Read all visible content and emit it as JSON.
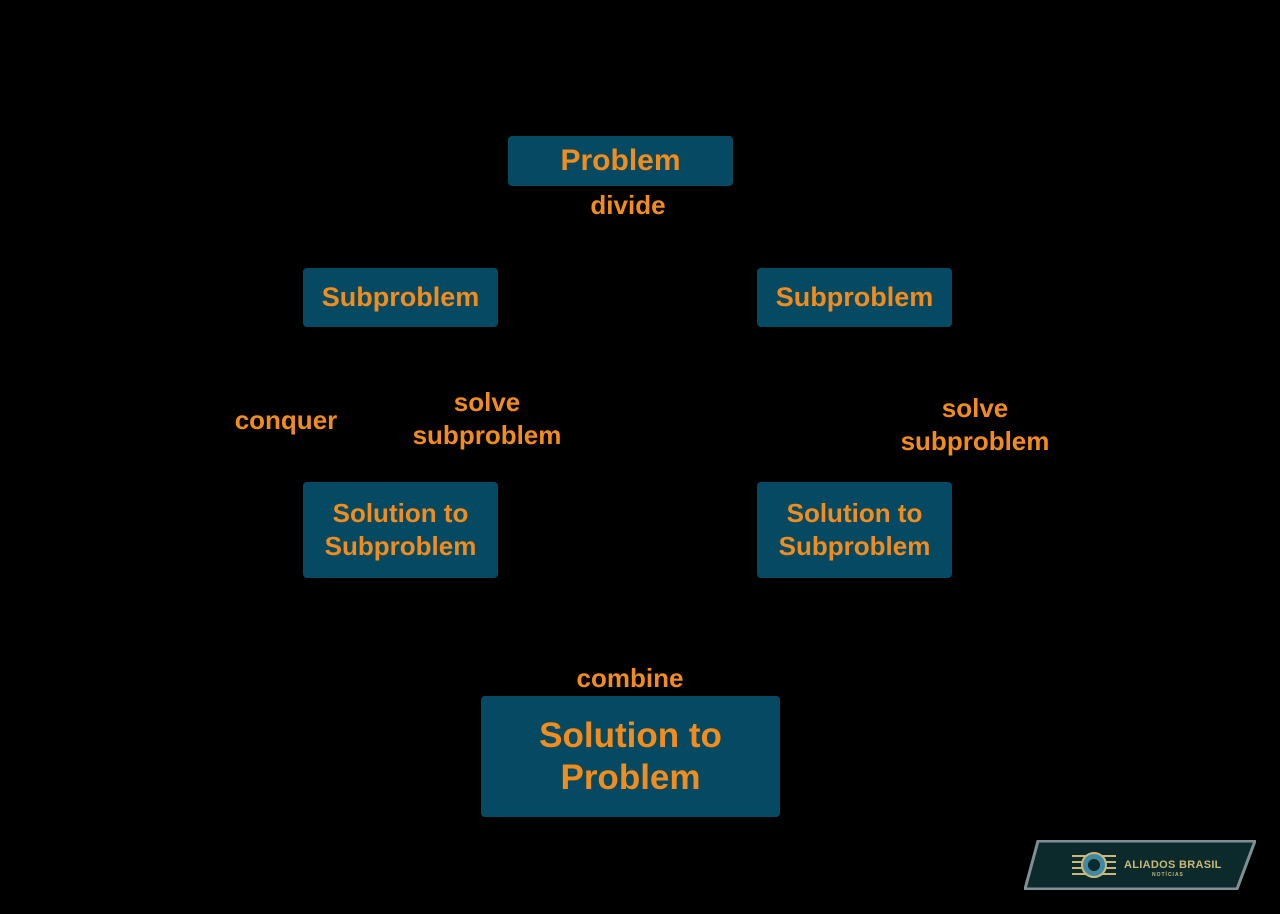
{
  "nodes": {
    "problem": "Problem",
    "subproblem_left": "Subproblem",
    "subproblem_right": "Subproblem",
    "solution_left_line1": "Solution to",
    "solution_left_line2": "Subproblem",
    "solution_right_line1": "Solution to",
    "solution_right_line2": "Subproblem",
    "final_line1": "Solution to",
    "final_line2": "Problem"
  },
  "labels": {
    "divide": "divide",
    "conquer": "conquer",
    "solve_left_line1": "solve",
    "solve_left_line2": "subproblem",
    "solve_right_line1": "solve",
    "solve_right_line2": "subproblem",
    "combine": "combine"
  },
  "logo": {
    "name": "ALIADOS BRASIL",
    "subtitle": "NOTÍCIAS"
  },
  "colors": {
    "background": "#000000",
    "node_fill": "#054a62",
    "text": "#f28c1c",
    "logo_frame": "#7f8f93",
    "logo_fill": "#0c2a2c",
    "logo_accent": "#c9b87a"
  }
}
